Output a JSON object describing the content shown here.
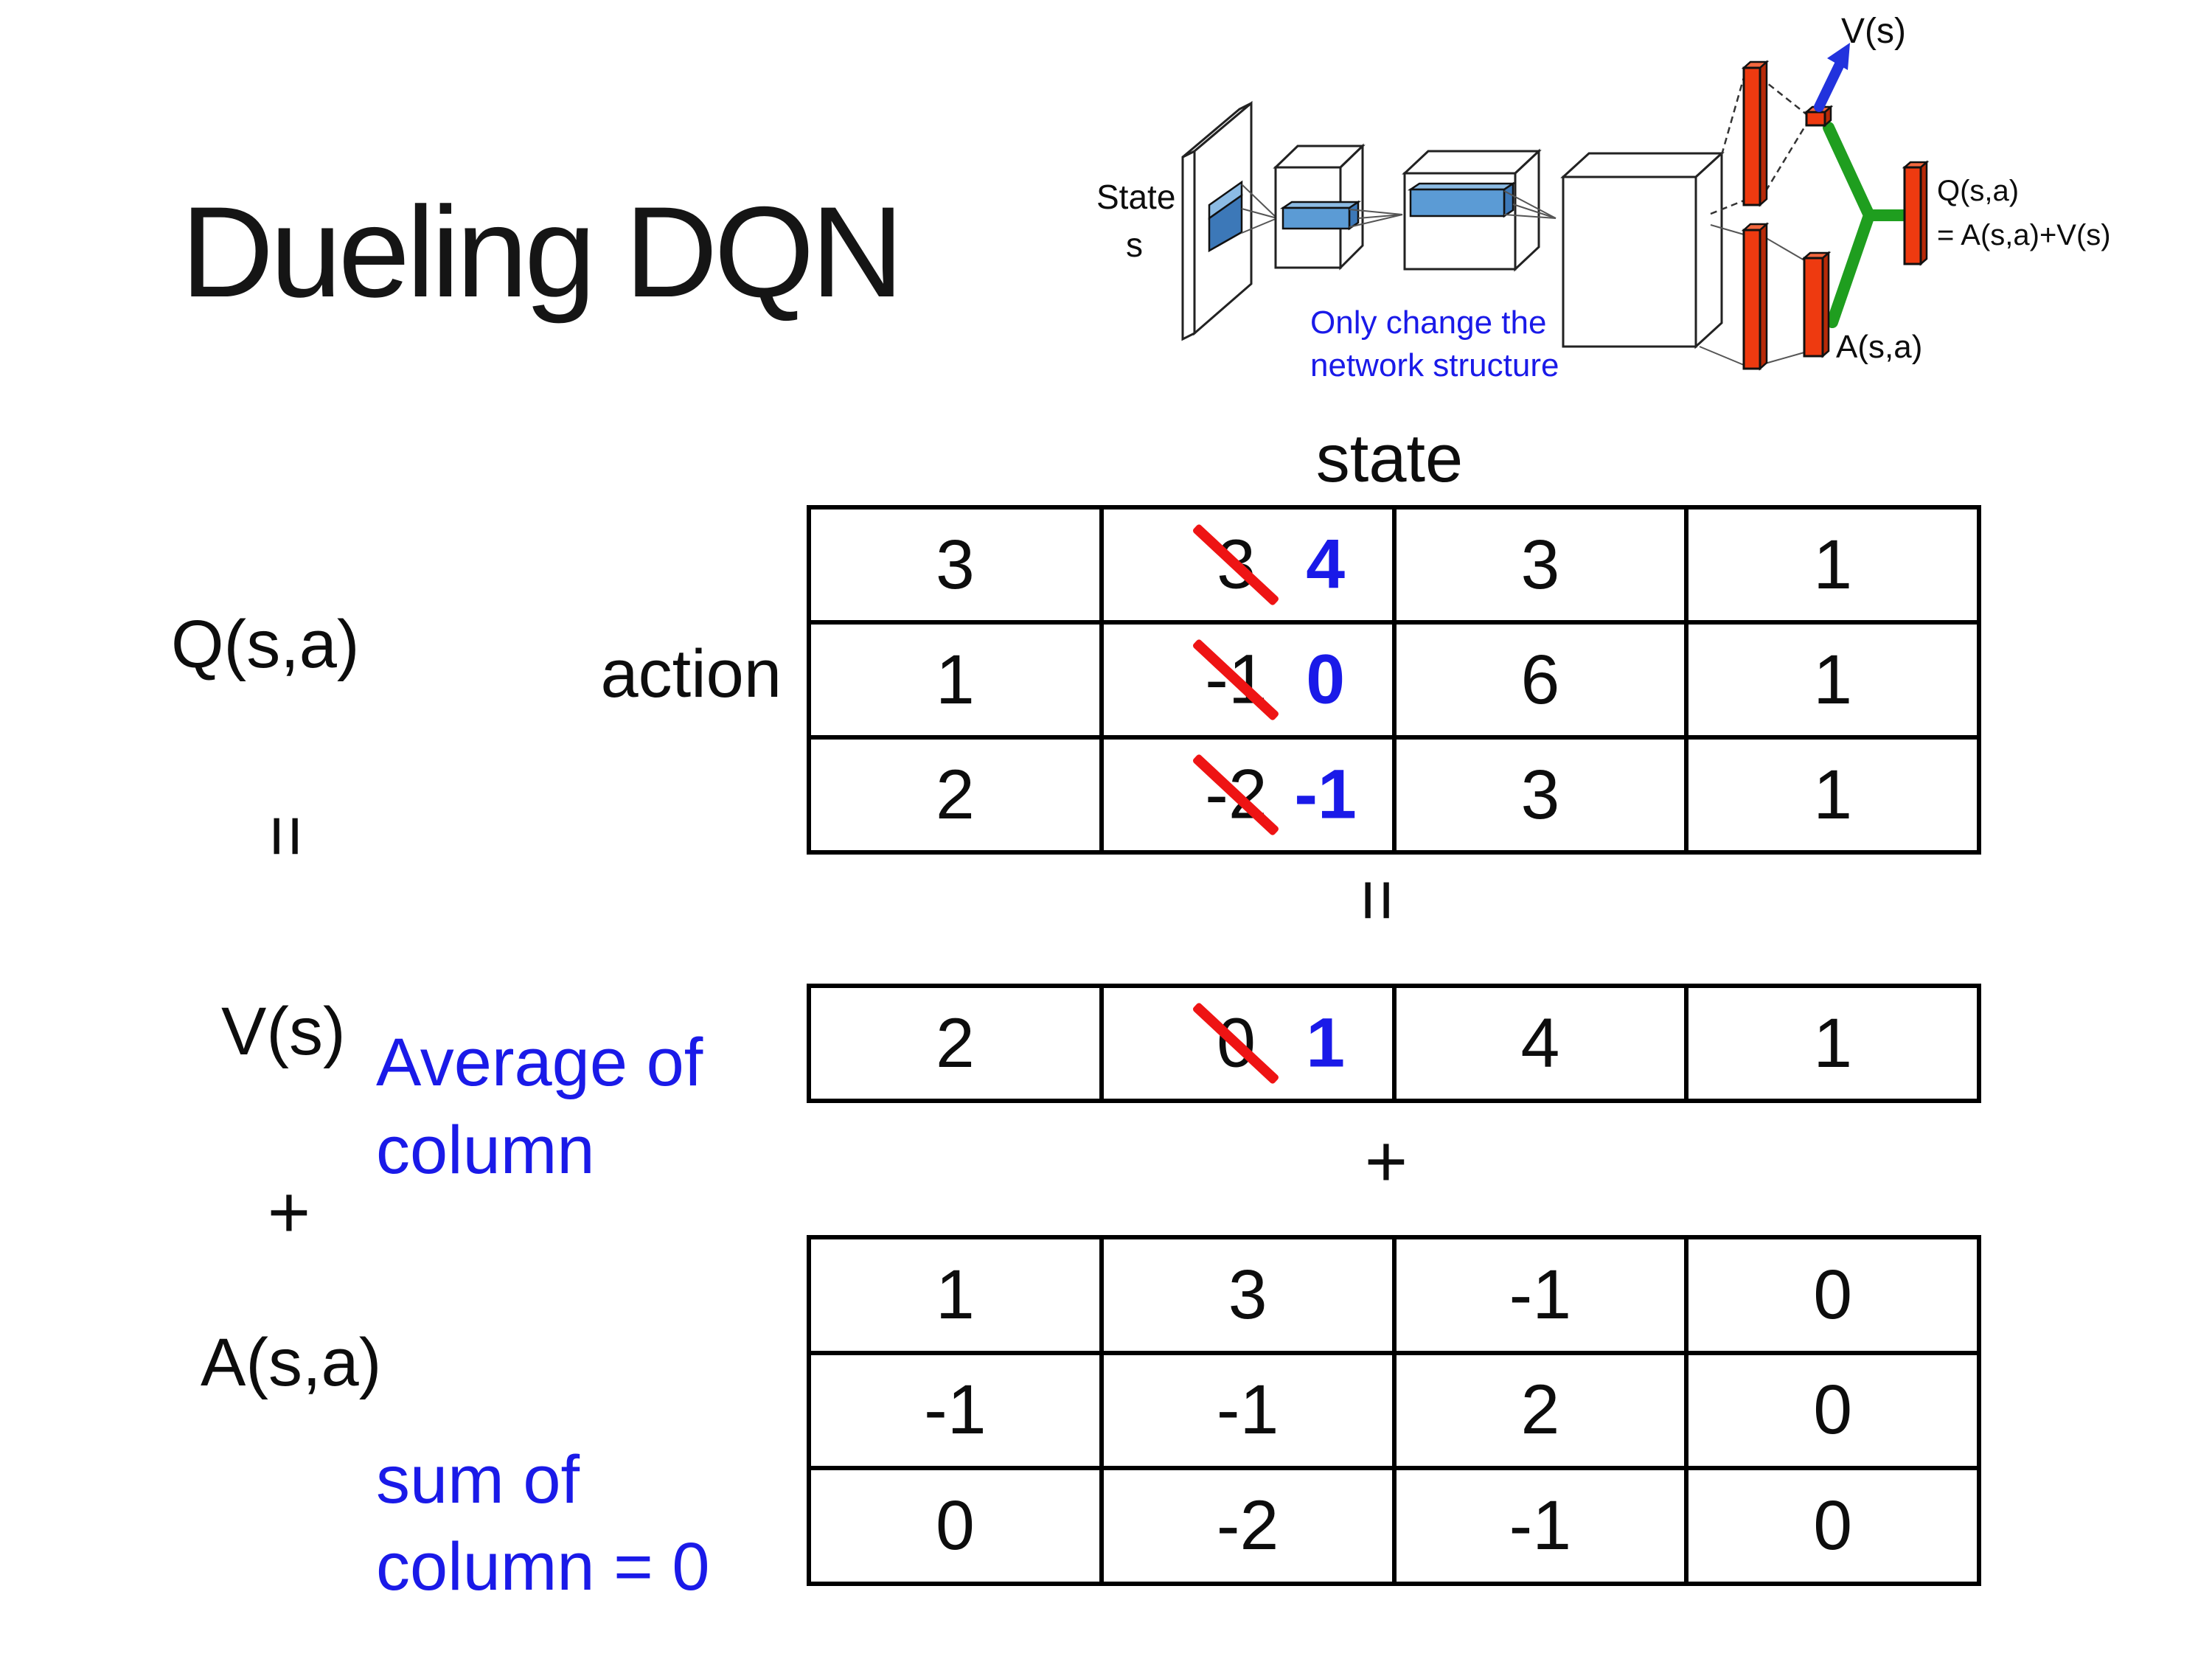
{
  "slide": {
    "title": "Dueling DQN"
  },
  "diagram": {
    "input_label_line1": "State",
    "input_label_line2": "s",
    "note_line1": "Only change the",
    "note_line2": "network structure",
    "v_output_label": "V(s)",
    "q_output_label": "Q(s,a)",
    "q_output_formula": "= A(s,a)+V(s)",
    "a_output_label": "A(s,a)"
  },
  "equation": {
    "q_label": "Q(s,a)",
    "equals_left": "=",
    "v_label": "V(s)",
    "plus_left": "+",
    "a_label": "A(s,a)",
    "equals_mid": "=",
    "plus_mid": "+",
    "state_header": "state",
    "action_header": "action",
    "avg_note_line1": "Average of",
    "avg_note_line2": "column",
    "sum_note_line1": "sum of",
    "sum_note_line2": "column = 0"
  },
  "q_table": {
    "r0c0": "3",
    "r0c1_old": "3",
    "r0c1_new": "4",
    "r0c2": "3",
    "r0c3": "1",
    "r1c0": "1",
    "r1c1_old": "-1",
    "r1c1_new": "0",
    "r1c2": "6",
    "r1c3": "1",
    "r2c0": "2",
    "r2c1_old": "-2",
    "r2c1_new": "-1",
    "r2c2": "3",
    "r2c3": "1"
  },
  "v_row": {
    "c0": "2",
    "c1_old": "0",
    "c1_new": "1",
    "c2": "4",
    "c3": "1"
  },
  "a_table": {
    "r0c0": "1",
    "r0c1": "3",
    "r0c2": "-1",
    "r0c3": "0",
    "r1c0": "-1",
    "r1c1": "-1",
    "r1c2": "2",
    "r1c3": "0",
    "r2c0": "0",
    "r2c1": "-2",
    "r2c2": "-1",
    "r2c3": "0"
  },
  "colors": {
    "annotation-blue": "#1a1ae8",
    "slash-red": "#ee1414",
    "bar-red": "#ee3a10",
    "bar-red-light": "#f4683f",
    "bar-red-dark": "#b72a08",
    "link-green": "#1f9e1f",
    "arrow-blue": "#2233dd",
    "slab-blue": "#5b9bd5",
    "slab-blue-light": "#8cbbe4",
    "slab-blue-dark": "#3c78b8"
  }
}
